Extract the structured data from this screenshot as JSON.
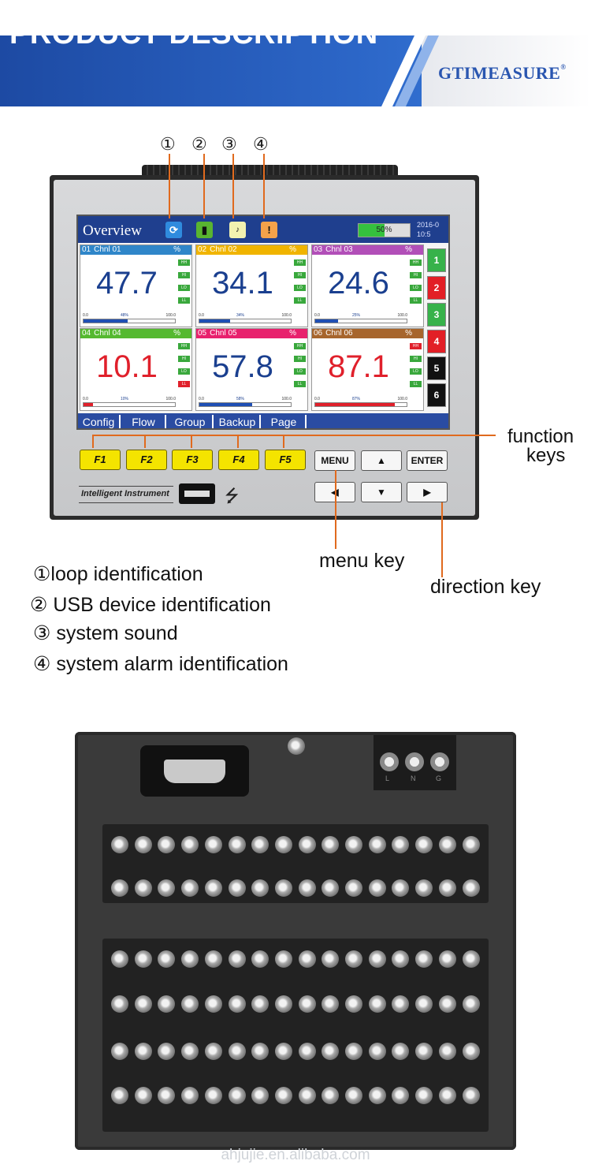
{
  "header": {
    "title": "PRODUCT DESCRIPTION",
    "brand": "GTIMEASURE",
    "brand_mark": "®"
  },
  "callout_numbers": [
    "①",
    "②",
    "③",
    "④"
  ],
  "screen": {
    "title": "Overview",
    "progress_label": "50%",
    "progress_value": 0.5,
    "clock_line1": "2016-0",
    "clock_line2": "10:5",
    "channels": [
      {
        "id": "01",
        "name": "Chnl 01",
        "unit": "%",
        "value": "47.7",
        "bar_pct": "48%",
        "bar_value": 0.48,
        "color": "#2f86c9",
        "value_color": "#1a3f8f"
      },
      {
        "id": "02",
        "name": "Chnl 02",
        "unit": "%",
        "value": "34.1",
        "bar_pct": "34%",
        "bar_value": 0.34,
        "color": "#f0b400",
        "value_color": "#1a3f8f"
      },
      {
        "id": "03",
        "name": "Chnl 03",
        "unit": "%",
        "value": "24.6",
        "bar_pct": "25%",
        "bar_value": 0.25,
        "color": "#b24fb8",
        "value_color": "#1a3f8f"
      },
      {
        "id": "04",
        "name": "Chnl 04",
        "unit": "%",
        "value": "10.1",
        "bar_pct": "10%",
        "bar_value": 0.1,
        "color": "#55b930",
        "value_color": "#e0202b"
      },
      {
        "id": "05",
        "name": "Chnl 05",
        "unit": "%",
        "value": "57.8",
        "bar_pct": "58%",
        "bar_value": 0.58,
        "color": "#e8216d",
        "value_color": "#1a3f8f"
      },
      {
        "id": "06",
        "name": "Chnl 06",
        "unit": "%",
        "value": "87.1",
        "bar_pct": "87%",
        "bar_value": 0.87,
        "color": "#a7652c",
        "value_color": "#e0202b"
      }
    ],
    "scale_min": "0.0",
    "scale_max": "100.0",
    "alarm_labels": [
      "HH",
      "HI",
      "LO",
      "LL"
    ],
    "side_buttons": [
      {
        "label": "1",
        "color": "#37b24a"
      },
      {
        "label": "2",
        "color": "#e21f26"
      },
      {
        "label": "3",
        "color": "#37b24a"
      },
      {
        "label": "4",
        "color": "#e21f26"
      },
      {
        "label": "5",
        "color": "#111111"
      },
      {
        "label": "6",
        "color": "#111111"
      }
    ],
    "tabs": [
      "Config",
      "Flow",
      "Group",
      "Backup",
      "Page"
    ]
  },
  "keys": {
    "function": [
      "F1",
      "F2",
      "F3",
      "F4",
      "F5"
    ],
    "menu": "MENU",
    "up": "▲",
    "enter": "ENTER",
    "left": "◀",
    "down": "▼",
    "right": "▶"
  },
  "device_label": "Intelligent Instrument",
  "usb_symbol": "⭍",
  "annotations": {
    "function_keys_line1": "function",
    "function_keys_line2": "keys",
    "menu_key": "menu key",
    "direction_key": "direction key"
  },
  "legend": [
    {
      "num": "①",
      "text": "loop identification"
    },
    {
      "num": "②",
      "text": "USB device identification"
    },
    {
      "num": "③",
      "text": "system sound"
    },
    {
      "num": "④",
      "text": "system alarm identification"
    }
  ],
  "power_terminals": [
    "L",
    "N",
    "G"
  ],
  "footer": "ahjujie.en.alibaba.com"
}
